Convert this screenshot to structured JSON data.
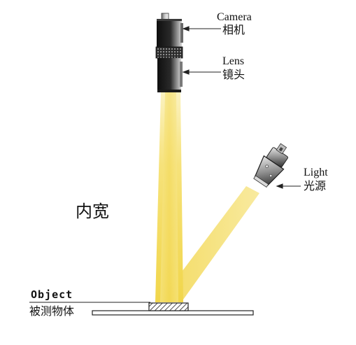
{
  "labels": {
    "camera_en": "Camera",
    "camera_zh": "相机",
    "lens_en": "Lens",
    "lens_zh": "镜头",
    "light_en": "Light",
    "light_zh": "光源",
    "object_en": "Object",
    "object_zh": "被测物体",
    "inner_width": "内宽"
  },
  "colors": {
    "beam": "#f6e27a",
    "beam_light": "#fbf3bf",
    "device_dark": "#1a1a1a",
    "device_mid": "#555555",
    "device_light": "#cfcfcf",
    "leader": "#222222"
  },
  "icons": [
    "camera-icon",
    "lens-icon",
    "light-source-icon",
    "object-sample-icon"
  ]
}
